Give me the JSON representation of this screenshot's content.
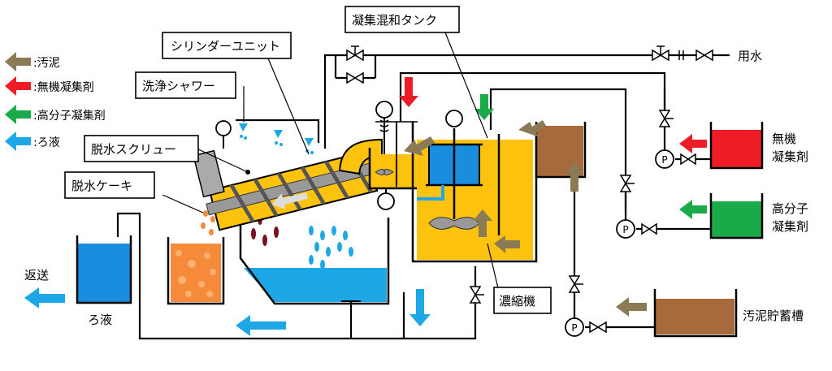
{
  "legend": {
    "sludge": ":汚泥",
    "inorganic": ":無機凝集剤",
    "polymer": ":高分子凝集剤",
    "filtrate": ":ろ液"
  },
  "callouts": {
    "cylinder_unit": "シリンダーユニット",
    "wash_shower": "洗浄シャワー",
    "dewater_screw": "脱水スクリュー",
    "dewater_cake": "脱水ケーキ",
    "mixing_tank": "凝集混和タンク",
    "thickener": "濃縮機"
  },
  "labels": {
    "return": "返送",
    "filtrate_tank": "ろ液",
    "service_water": "用水",
    "inorganic_tank": "無機\n凝集剤",
    "polymer_tank": "高分子\n凝集剤",
    "sludge_tank": "汚泥貯蓄槽",
    "pump": "P"
  },
  "colors": {
    "sludge": "#8b7b55",
    "inorganic": "#ee1c25",
    "polymer": "#1aaa4a",
    "filtrate": "#1ea7e6",
    "tank_yellow": "#fdc20e",
    "cake": "#f58a3b",
    "drops_red": "#7a1020",
    "sludge_box": "#a66a3c",
    "blue_tank": "#1a8ede"
  }
}
